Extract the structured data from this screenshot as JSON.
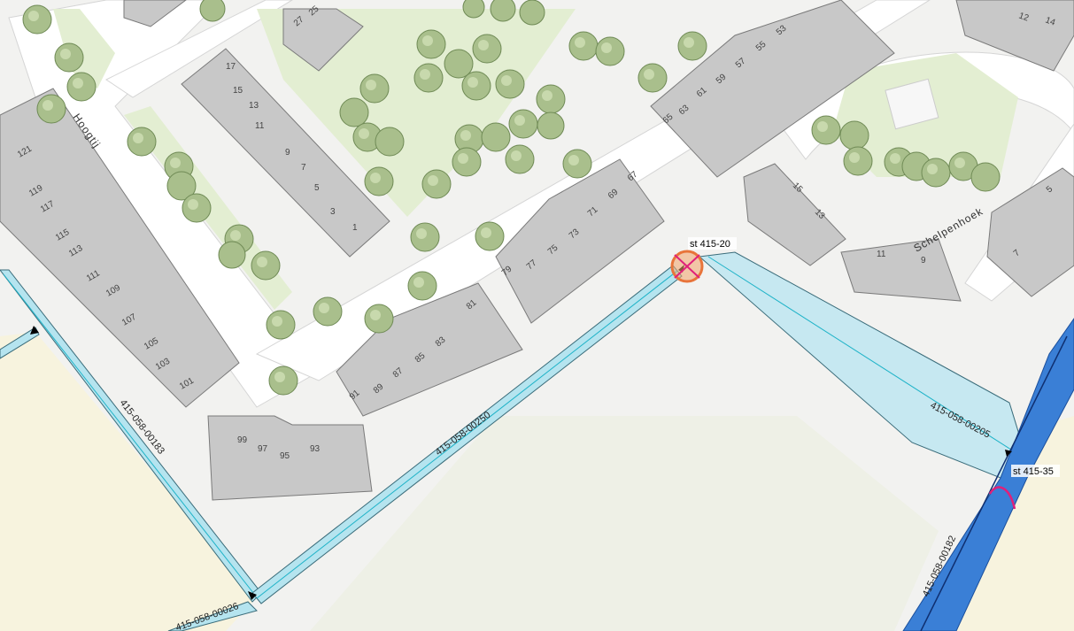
{
  "streets": [
    "Hoogtij",
    "Schelpenhoek"
  ],
  "ditches": [
    "415-058-00250",
    "415-058-00205",
    "415-058-00183",
    "415-058-00182",
    "415-058-00026"
  ],
  "stations": [
    "st 415-20",
    "st 415-35"
  ],
  "house_numbers": [
    "27",
    "25",
    "17",
    "15",
    "13",
    "11",
    "9",
    "7",
    "5",
    "3",
    "1",
    "121",
    "119",
    "117",
    "115",
    "113",
    "111",
    "109",
    "107",
    "105",
    "103",
    "101",
    "99",
    "97",
    "95",
    "93",
    "91",
    "89",
    "87",
    "85",
    "83",
    "81",
    "79",
    "77",
    "75",
    "73",
    "71",
    "69",
    "67",
    "65",
    "63",
    "61",
    "59",
    "57",
    "55",
    "53",
    "15",
    "13",
    "11",
    "9",
    "12",
    "14",
    "5",
    "7"
  ],
  "colors": {
    "background": "#f2f2f0",
    "field": "#f7f3de",
    "grass": "#e3eed2",
    "building": "#c8c8c8",
    "ditch": "#b5e4ef",
    "canal": "#3a7fd6",
    "obstruction_marker": "#e8743a",
    "culvert_marker": "#e0207a"
  },
  "icons": [
    "tree-icon",
    "obstruction-marker-icon",
    "culvert-marker-icon",
    "flow-arrow-icon"
  ]
}
